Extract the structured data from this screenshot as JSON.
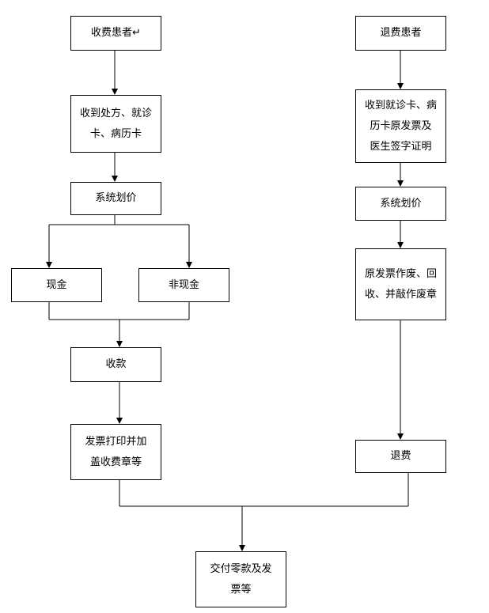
{
  "left_flow": {
    "start": "收费患者↵",
    "receive": "收到处方、就诊\n卡、病历卡",
    "price": "系统划价",
    "cash": "现金",
    "noncash": "非现金",
    "collect": "收款",
    "invoice": "发票打印并加\n盖收费章等"
  },
  "right_flow": {
    "start": "退费患者",
    "receive": "收到就诊卡、病\n历卡原发票及\n医生签字证明",
    "price": "系统划价",
    "void": "原发票作废、回\n收、并敲作废章",
    "refund": "退费"
  },
  "end": {
    "label": "交付零款及发\n票等"
  }
}
